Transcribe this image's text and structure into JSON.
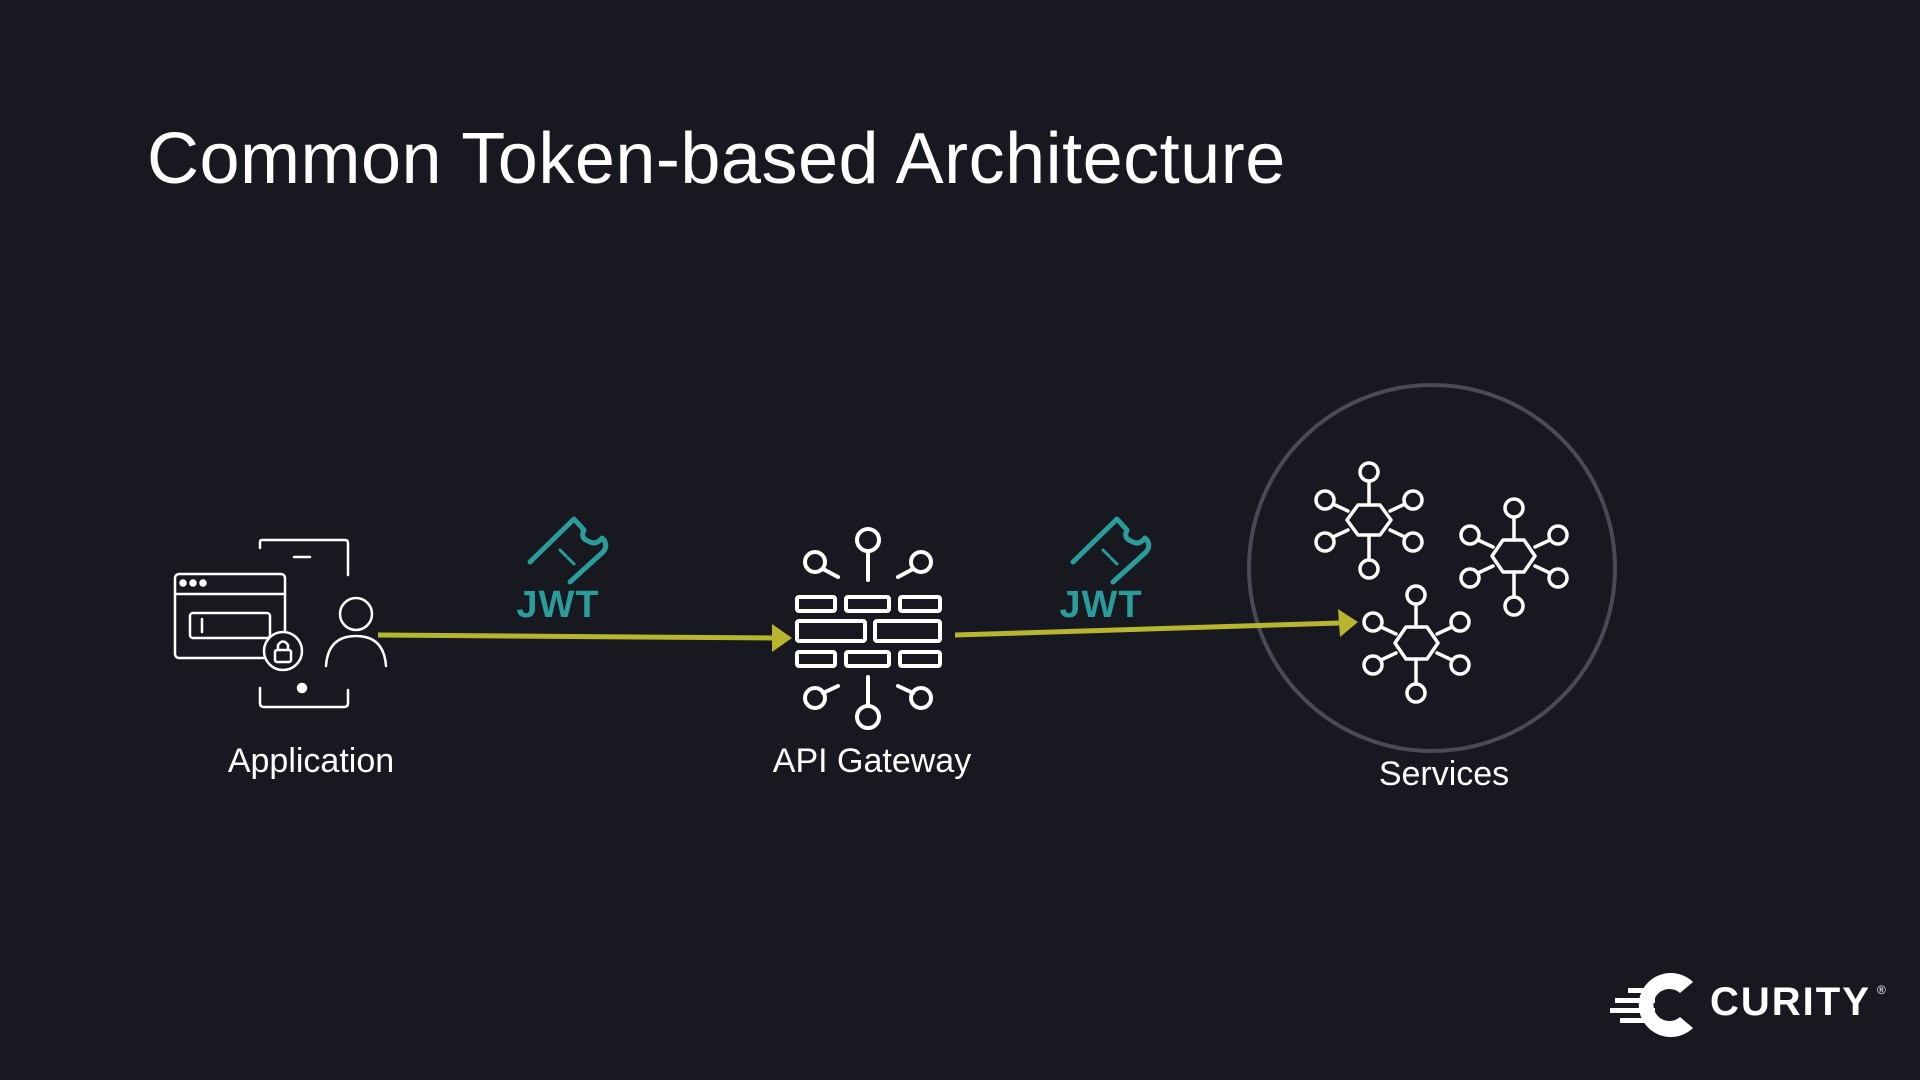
{
  "slide": {
    "title": "Common Token-based Architecture"
  },
  "diagram": {
    "nodes": [
      {
        "id": "application",
        "label": "Application",
        "icon": "application-user-lock-icon"
      },
      {
        "id": "api-gateway",
        "label": "API Gateway",
        "icon": "firewall-gateway-icon"
      },
      {
        "id": "services",
        "label": "Services",
        "icon": "microservices-icon"
      }
    ],
    "tokens": [
      {
        "label": "JWT",
        "icon": "ticket-icon"
      },
      {
        "label": "JWT",
        "icon": "ticket-icon"
      }
    ],
    "edges": [
      {
        "from": "application",
        "to": "api-gateway",
        "token": "JWT"
      },
      {
        "from": "api-gateway",
        "to": "services",
        "token": "JWT"
      }
    ]
  },
  "brand": {
    "logo_text": "CURITY",
    "registered_mark": "®",
    "icon": "curity-logo-icon"
  },
  "colors": {
    "background": "#181820",
    "text": "#ffffff",
    "arrow": "#b8b52e",
    "jwt": "#2a9d9a",
    "circle": "#4a4a55",
    "grid": "#4a2a3a"
  }
}
